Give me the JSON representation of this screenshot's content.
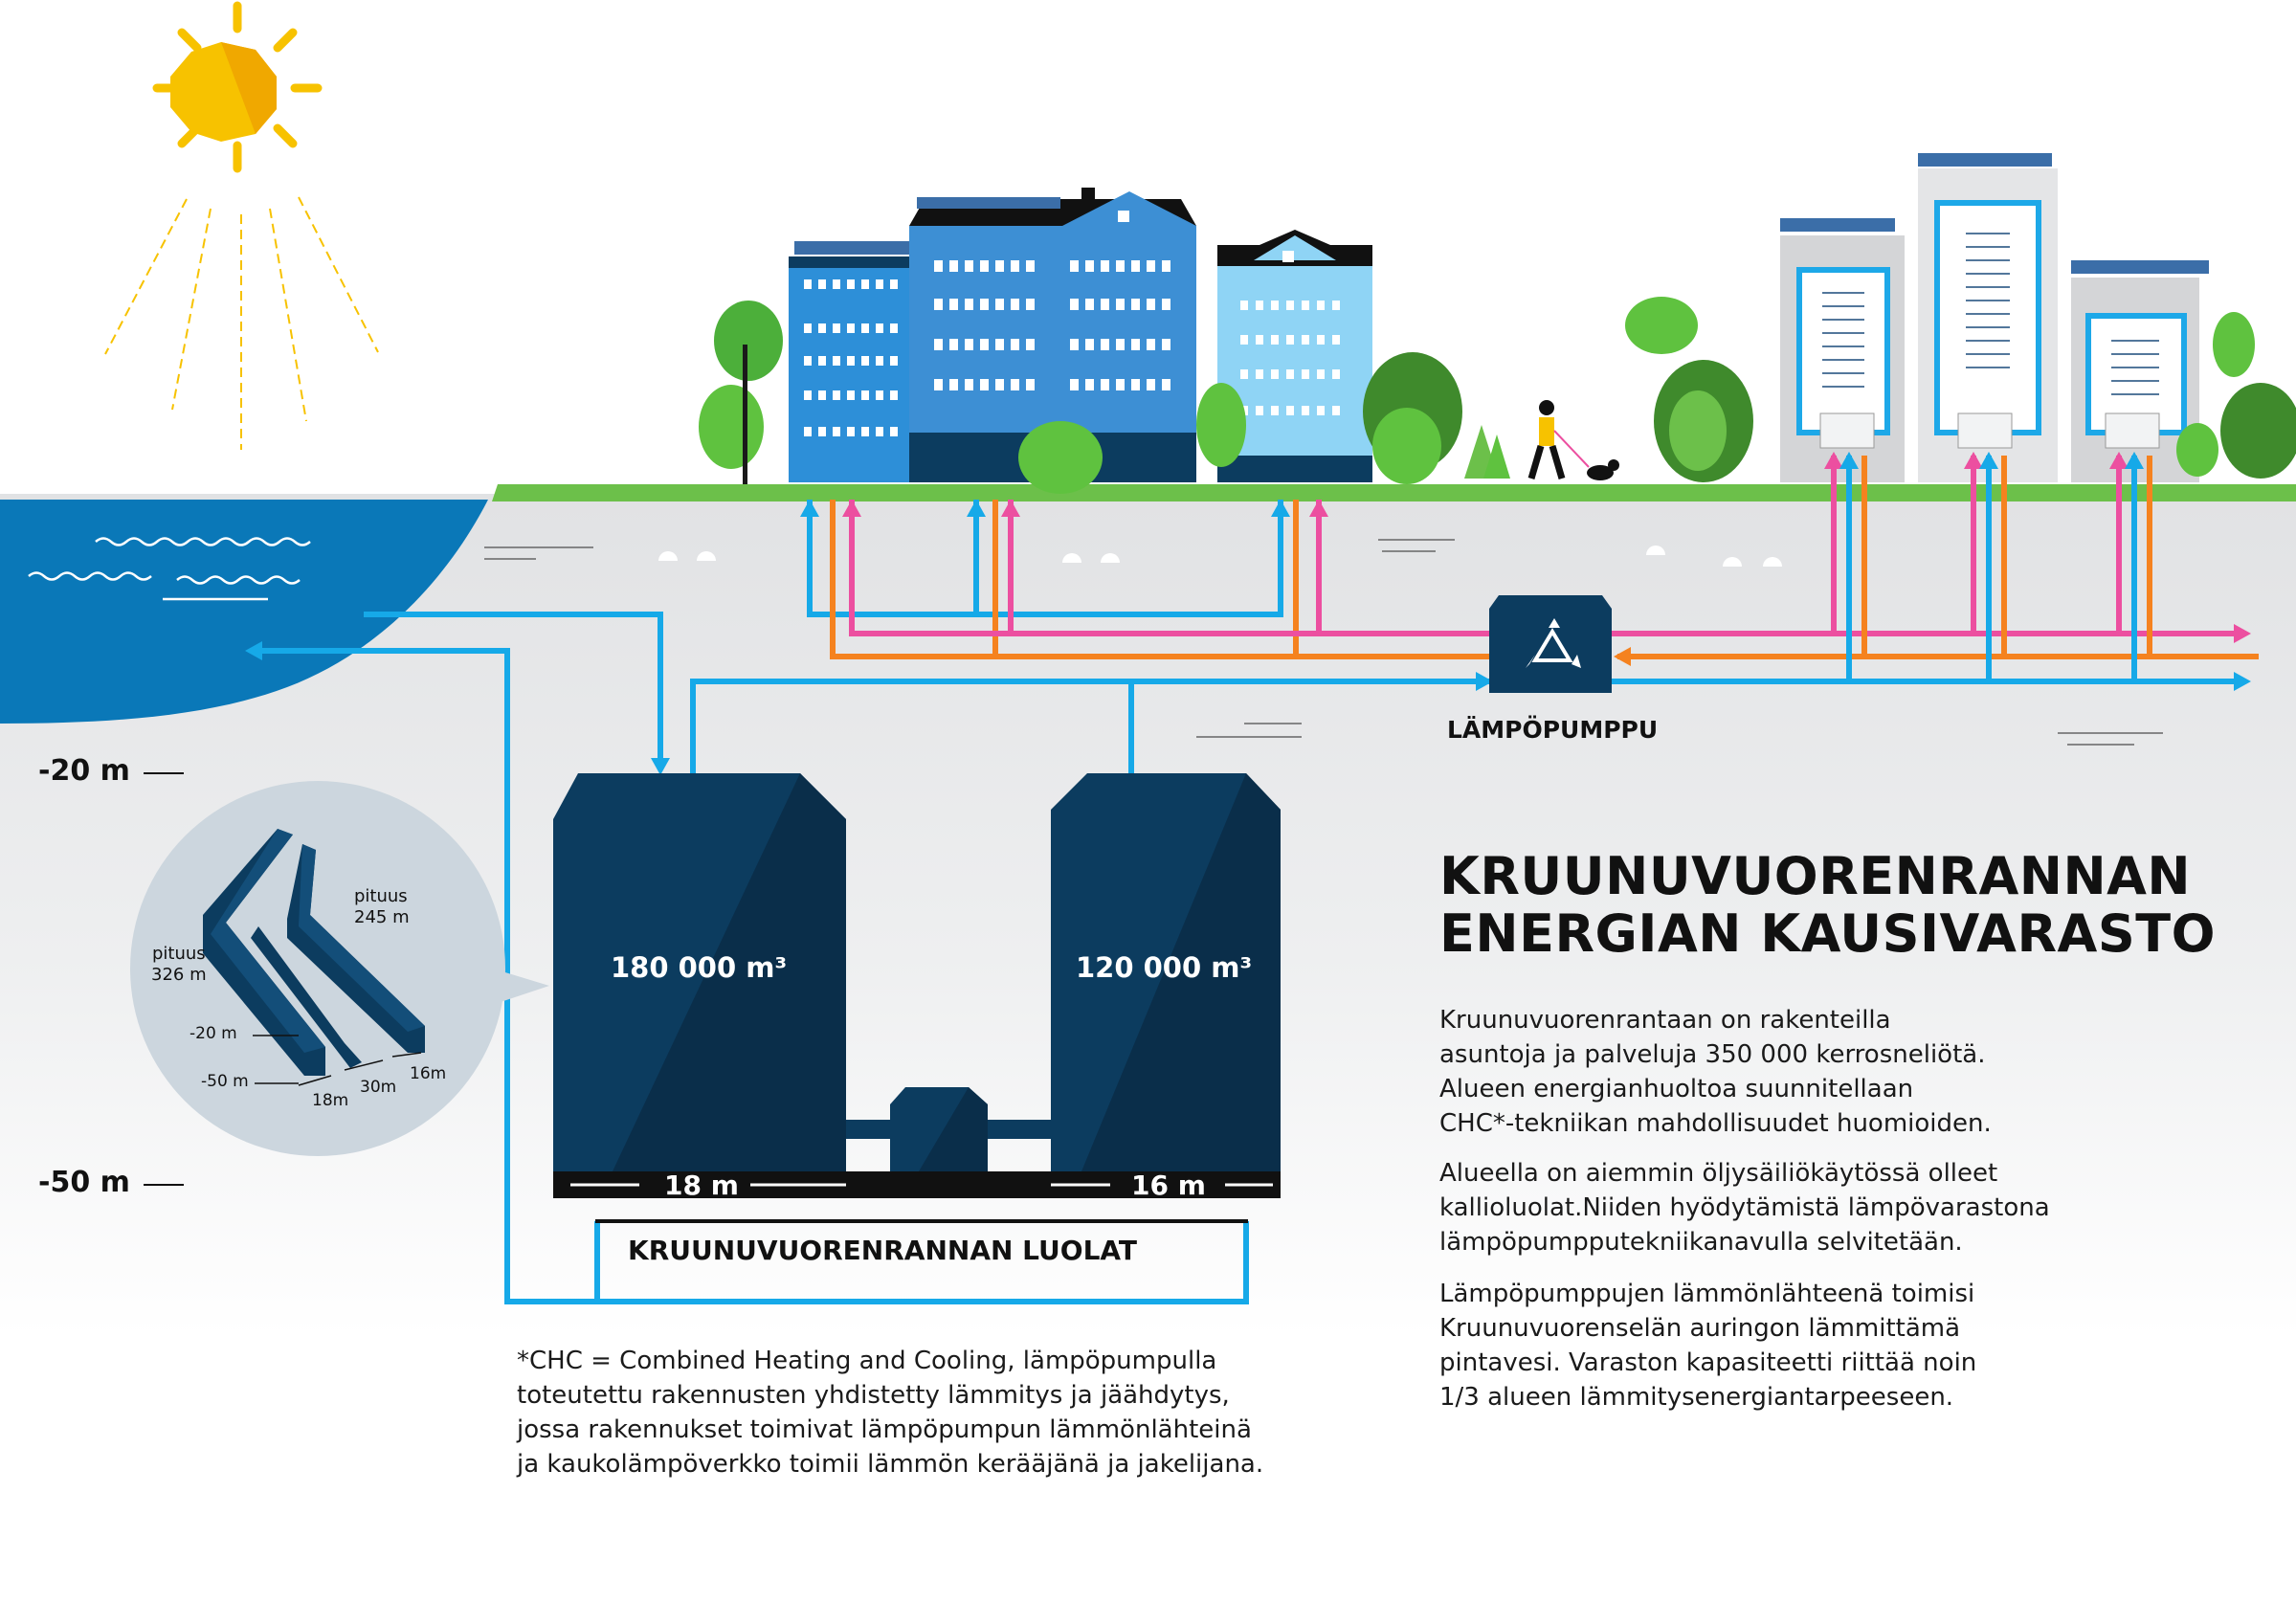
{
  "title_lines": [
    "KRUUNUVUORENRANNAN",
    "ENERGIAN KAUSIVARASTO"
  ],
  "paragraphs": [
    [
      "Kruunuvuorenrantaan on rakenteilla",
      "asuntoja ja palveluja 350 000 kerrosneliötä.",
      "Alueen energianhuoltoa suunnitellaan",
      "CHC*-tekniikan mahdollisuudet huomioiden."
    ],
    [
      "Alueella on aiemmin öljysäiliökäytössä olleet",
      "kallioluolat.Niiden hyödytämistä lämpövarastona",
      "lämpöpumpputekniikanavulla selvitetään."
    ],
    [
      "Lämpöpumppujen lämmönlähteenä toimisi",
      "Kruunuvuorenselän auringon lämmittämä",
      "pintavesi. Varaston kapasiteetti riittää noin",
      "1/3 alueen lämmitysenergiantarpeeseen."
    ]
  ],
  "footnote_lines": [
    "*CHC = Combined Heating and Cooling, lämpöpumpulla",
    "toteutettu rakennusten yhdistetty lämmitys ja jäähdytys,",
    "jossa rakennukset toimivat lämpöpumpun lämmönlähteinä",
    "ja kaukolämpöverkko toimii lämmön kerääjänä ja jakelijana."
  ],
  "heat_pump_label": "LÄMPÖPUMPPU",
  "depth_labels": {
    "d20": "-20 m",
    "d50": "-50 m"
  },
  "caverns": {
    "left_volume": "180 000 m³",
    "right_volume": "120 000 m³",
    "left_width": "18 m",
    "right_width": "16 m",
    "label": "KRUUNUVUORENRANNAN LUOLAT"
  },
  "inset": {
    "length_left_word": "pituus",
    "length_left_value": "326 m",
    "length_right_word": "pituus",
    "length_right_value": "245 m",
    "depth_20": "-20 m",
    "depth_50": "-50 m",
    "w18": "18m",
    "w30": "30m",
    "w16": "16m"
  },
  "colors": {
    "cold_pipe": "#16a9e8",
    "warm_pipe": "#f5821f",
    "hot_pipe": "#ec4fa0",
    "dark_navy": "#0c3c5f",
    "water": "#0077b6",
    "grass": "#6cc04a",
    "sun": "#f7c200",
    "ground": "#e6e7e8"
  }
}
